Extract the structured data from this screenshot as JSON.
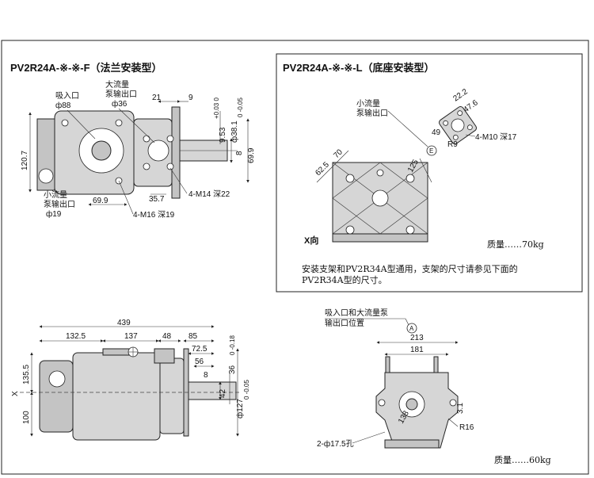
{
  "flange": {
    "title": "PV2R24A-※-※-F（法兰安装型）",
    "suction_label": "吸入口",
    "suction_dia": "ф88",
    "large_port_label_1": "大流量",
    "large_port_label_2": "泵输出口",
    "large_port_dia": "ф36",
    "small_port_label_1": "小流量",
    "small_port_label_2": "泵输出口",
    "small_port_dia": "ф19",
    "dim_21": "21",
    "dim_9": "9",
    "dim_120_7": "120.7",
    "dim_69_9_h": "69.9",
    "dim_35_7": "35.7",
    "dim_69_9_v": "69.9",
    "dim_shaft_1": "9.53",
    "dim_shaft_1_tol": "+0.03 0",
    "dim_shaft_2": "ф38.1",
    "dim_shaft_2_tol": "0 -0.05",
    "dim_8": "8",
    "thread_m14": "4-M14 深22",
    "thread_m16": "4-M16 深19"
  },
  "foot": {
    "title": "PV2R24A-※-※-L（底座安装型）",
    "small_port_label_1": "小流量",
    "small_port_label_2": "泵输出口",
    "marker_e": "E",
    "dim_22_2": "22.2",
    "dim_47_6": "47.6",
    "dim_49": "49",
    "dim_r9": "R9",
    "thread_m10": "4-M10 深17",
    "dim_62_5": "62.5",
    "dim_70": "70",
    "dim_125": "125",
    "view_label": "X向",
    "mass": "质量……70kg",
    "note_line_1": "安装支架和PV2R34A型通用，支架的尺寸请参见下面的",
    "note_line_2": "PV2R34A型的尺寸。"
  },
  "side": {
    "dim_439": "439",
    "dim_132_5": "132.5",
    "dim_137": "137",
    "dim_48": "48",
    "dim_85": "85",
    "dim_72_5": "72.5",
    "dim_56": "56",
    "dim_8": "8",
    "dim_135_5": "135.5",
    "dim_100": "100",
    "x_marker": "X",
    "dim_42": "42",
    "dim_36": "36",
    "dim_36_tol": "0 -0.18",
    "dim_127": "ф127",
    "dim_127_tol": "0 -0.05"
  },
  "front": {
    "port_label_1": "吸入口和大流量泵",
    "port_label_2": "输出口位置",
    "marker_a": "A",
    "dim_213": "213",
    "dim_181": "181",
    "dim_138": "138",
    "dim_3_1": "3.1",
    "dim_r16": "R16",
    "holes": "2-ф17.5孔",
    "mass": "质量……60kg"
  }
}
